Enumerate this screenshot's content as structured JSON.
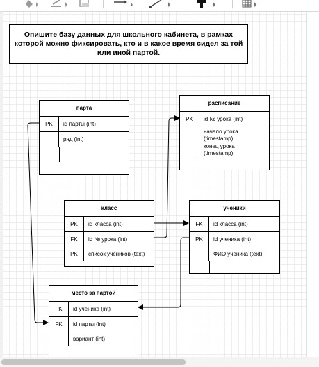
{
  "colors": {
    "line": "#000000",
    "grid": "#ededed",
    "background": "#ffffff"
  },
  "toolbar": {
    "icons": [
      "fill-color-icon",
      "line-color-icon",
      "shadow-icon",
      "connection-icon",
      "waypoints-icon",
      "insert-icon",
      "table-icon"
    ]
  },
  "note": {
    "text": "Опишите базу данных для школьного кабинета, в рамках которой можно фиксировать, кто и в какое время сидел за той или иной партой."
  },
  "entities": {
    "desk": {
      "title": "парта",
      "rows": [
        {
          "key": "PK",
          "field": "id парты (int)"
        },
        {
          "key": "",
          "field": "ряд (int)"
        }
      ]
    },
    "schedule": {
      "title": "расписание",
      "rows": [
        {
          "key": "PK",
          "field": "id № урока (int)"
        },
        {
          "key": "",
          "field": "начало урока (timestamp)"
        },
        {
          "key": "",
          "field": "конец урока (timestamp)"
        }
      ]
    },
    "class": {
      "title": "класс",
      "rows": [
        {
          "key": "PK",
          "field": "id класса (int)"
        },
        {
          "key": "FK",
          "field": "id № урока (int)"
        },
        {
          "key": "PK",
          "field": "список учеников (text)"
        }
      ]
    },
    "students": {
      "title": "ученики",
      "rows": [
        {
          "key": "FK",
          "field": "id класса (int)"
        },
        {
          "key": "PK",
          "field": "id ученика (int)"
        },
        {
          "key": "",
          "field": "ФИО ученика (text)"
        }
      ]
    },
    "seat": {
      "title": "место за партой",
      "rows": [
        {
          "key": "FK",
          "field": "id ученика (int)"
        },
        {
          "key": "FK",
          "field": "id парты (int)"
        },
        {
          "key": "",
          "field": "вариант (int)"
        }
      ]
    }
  }
}
